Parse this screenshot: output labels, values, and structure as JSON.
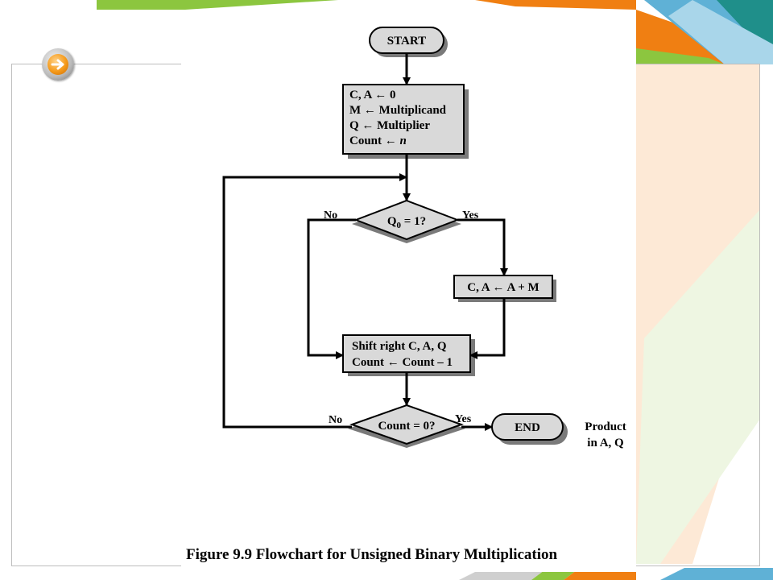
{
  "figure": {
    "caption": "Figure 9.9 Flowchart for Unsigned Binary Multiplication"
  },
  "flowchart": {
    "start": "START",
    "init": [
      "C, A ← 0",
      "M ← Multiplicand",
      "Q ← Multiplier",
      "Count ← "
    ],
    "init_count_var": "n",
    "q0_test": {
      "base": "Q",
      "subscript": "0",
      "rest": " = 1?"
    },
    "add": "C, A ← A + M",
    "shift": [
      "Shift right C, A, Q",
      "Count ← Count – 1"
    ],
    "count_test": "Count = 0?",
    "end": "END",
    "labels": {
      "no_1": "No",
      "yes_1": "Yes",
      "no_2": "No",
      "yes_2": "Yes"
    },
    "result": [
      "Product",
      "in A, Q"
    ]
  },
  "theme": {
    "box_fill": "#d9d9d9",
    "shadow": "#7a7a7a",
    "accent_orange": "#f07f12",
    "accent_green": "#8cc63f",
    "accent_blue": "#5fb1d6",
    "accent_teal": "#1f8f8a"
  },
  "icons": {
    "nav_button": "arrow-right-icon"
  }
}
